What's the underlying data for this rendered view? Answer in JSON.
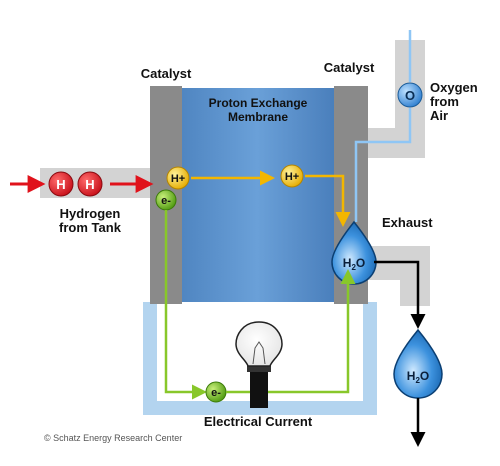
{
  "labels": {
    "catalyst_left": "Catalyst",
    "catalyst_right": "Catalyst",
    "membrane_line1": "Proton Exchange",
    "membrane_line2": "Membrane",
    "hydrogen_line1": "Hydrogen",
    "hydrogen_line2": "from Tank",
    "oxygen_line1": "Oxygen",
    "oxygen_line2": "from",
    "oxygen_line3": "Air",
    "exhaust": "Exhaust",
    "electrical_current": "Electrical Current",
    "credit": "© Schatz Energy Research Center"
  },
  "particles": {
    "hydrogen": "H",
    "proton": "H+",
    "electron": "e-",
    "oxygen": "O",
    "water_main": "H",
    "water_sub": "2",
    "water_tail": "O"
  },
  "icons": [
    "bulb-icon",
    "water-drop-icon",
    "arrow-icon"
  ],
  "colors": {
    "membrane": "#5b8fc9",
    "catalyst": "#8a8a8a",
    "channel_gray": "#d3d3d3",
    "circuit_blue": "#b3d4ef",
    "hydrogen_red": "#e8202a",
    "proton_yellow": "#f5c518",
    "electron_green": "#7fc31c",
    "oxygen_blue": "#5aa8e6",
    "arrow_yellow": "#f3b600",
    "arrow_green": "#88c72a",
    "arrow_red": "#e0121b",
    "water_blue": "#2a7fd4"
  }
}
